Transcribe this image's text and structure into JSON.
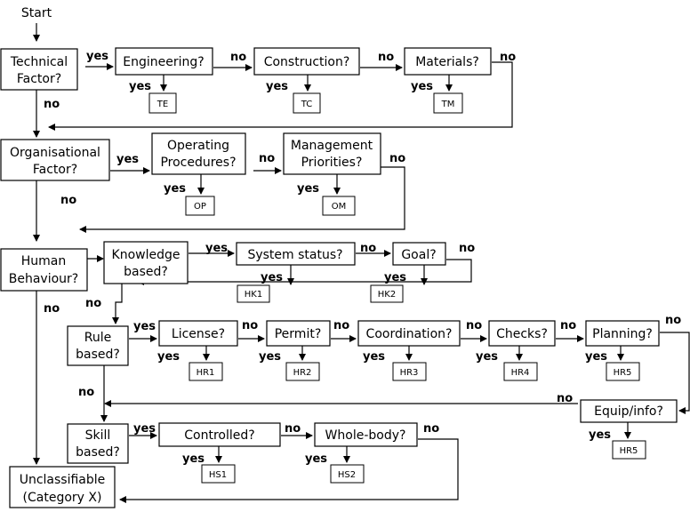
{
  "start": "Start",
  "technical_factor": [
    "Technical",
    "Factor?"
  ],
  "engineering": "Engineering?",
  "construction": "Construction?",
  "materials": "Materials?",
  "organisational_factor": [
    "Organisational",
    "Factor?"
  ],
  "operating_procedures": [
    "Operating",
    "Procedures?"
  ],
  "management_priorities": [
    "Management",
    "Priorities?"
  ],
  "human_behaviour": [
    "Human",
    "Behaviour?"
  ],
  "knowledge_based": [
    "Knowledge",
    "based?"
  ],
  "system_status": "System status?",
  "goal": "Goal?",
  "rule_based": [
    "Rule",
    "based?"
  ],
  "license": "License?",
  "permit": "Permit?",
  "coordination": "Coordination?",
  "checks": "Checks?",
  "planning": "Planning?",
  "equip_info": "Equip/info?",
  "skill_based": [
    "Skill",
    "based?"
  ],
  "controlled": "Controlled?",
  "whole_body": "Whole-body?",
  "unclassifiable": [
    "Unclassifiable",
    "(Category X)"
  ],
  "codes": {
    "te": "TE",
    "tc": "TC",
    "tm": "TM",
    "op": "OP",
    "om": "OM",
    "hk1": "HK1",
    "hk2": "HK2",
    "hr1": "HR1",
    "hr2": "HR2",
    "hr3": "HR3",
    "hr4": "HR4",
    "hr5": "HR5",
    "hr5b": "HR5",
    "hs1": "HS1",
    "hs2": "HS2"
  },
  "edge_labels": {
    "yes": "yes",
    "no": "no"
  }
}
